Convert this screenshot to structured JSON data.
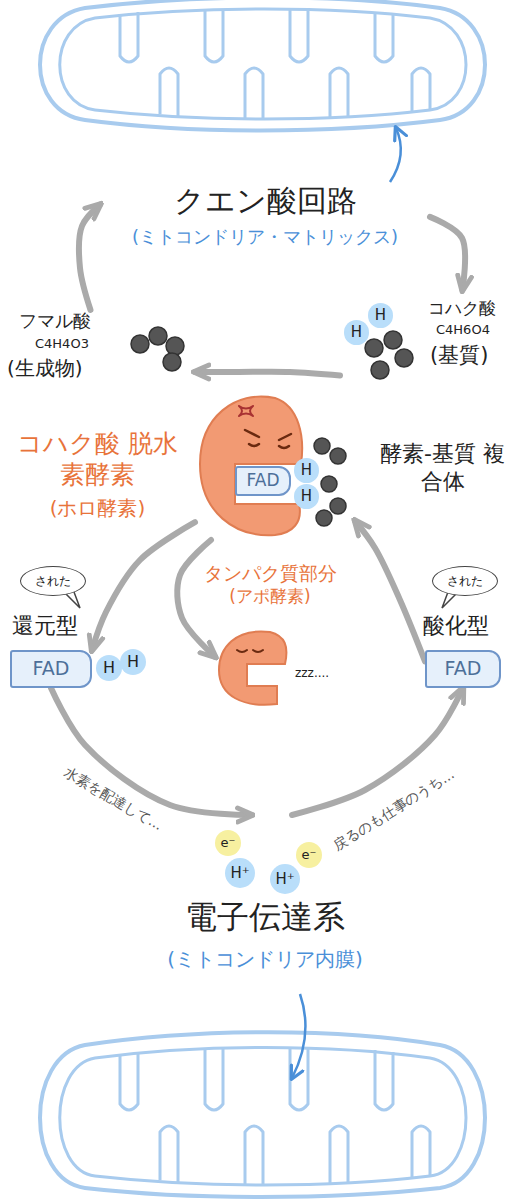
{
  "diagram": {
    "nodes": [
      {
        "text": [
          "クエン酸回路",
          "(ミトコンドリア・マトリックス)"
        ]
      },
      {
        "text": [
          "フマル酸",
          "C4H4O3",
          "(生成物)"
        ]
      },
      {
        "text": [
          "コハク酸",
          "C4H6O4",
          "(基質)"
        ]
      },
      {
        "text": [
          "H"
        ],
        "in": 2
      },
      {
        "text": [
          "H"
        ],
        "in": 2
      },
      {
        "text": [
          "コハク酸 脱水素酵素",
          "(ホロ酵素)",
          "酵素-基質 複合体"
        ]
      },
      {
        "text": [
          "FAD"
        ],
        "in": 5
      },
      {
        "text": [
          "H"
        ],
        "in": 5
      },
      {
        "text": [
          "H"
        ],
        "in": 5
      },
      {
        "text": [
          "タンパク質部分",
          "(アポ酵素)",
          "zzz...."
        ]
      },
      {
        "text": [
          "された"
        ]
      },
      {
        "text": [
          "還元型",
          "FAD"
        ]
      },
      {
        "text": [
          "H"
        ]
      },
      {
        "text": [
          "H"
        ]
      },
      {
        "text": [
          "された"
        ]
      },
      {
        "text": [
          "酸化型",
          "FAD"
        ]
      },
      {
        "text": [
          "電子伝達系",
          "(ミトコンドリア内膜)"
        ]
      },
      {
        "text": [
          "e⁻"
        ],
        "in": 16
      },
      {
        "text": [
          "H⁺"
        ],
        "in": 16
      },
      {
        "text": [
          "H⁺"
        ],
        "in": 16
      },
      {
        "text": [
          "e⁻"
        ],
        "in": 16
      }
    ],
    "edges": [
      {
        "from": 1,
        "to": 0,
        "arrow": "to"
      },
      {
        "from": 0,
        "to": 2,
        "arrow": "to"
      },
      {
        "from": 2,
        "to": 1,
        "arrow": "to"
      },
      {
        "from": 5,
        "to": 11,
        "arrow": "to"
      },
      {
        "from": 5,
        "to": 9,
        "arrow": "to"
      },
      {
        "from": 15,
        "to": 5,
        "arrow": "to"
      },
      {
        "from": 11,
        "to": 16,
        "label": "水素を配達して...",
        "arrow": "to"
      },
      {
        "from": 16,
        "to": 15,
        "label": "戻るのも仕事のうち...",
        "arrow": "to"
      }
    ]
  }
}
